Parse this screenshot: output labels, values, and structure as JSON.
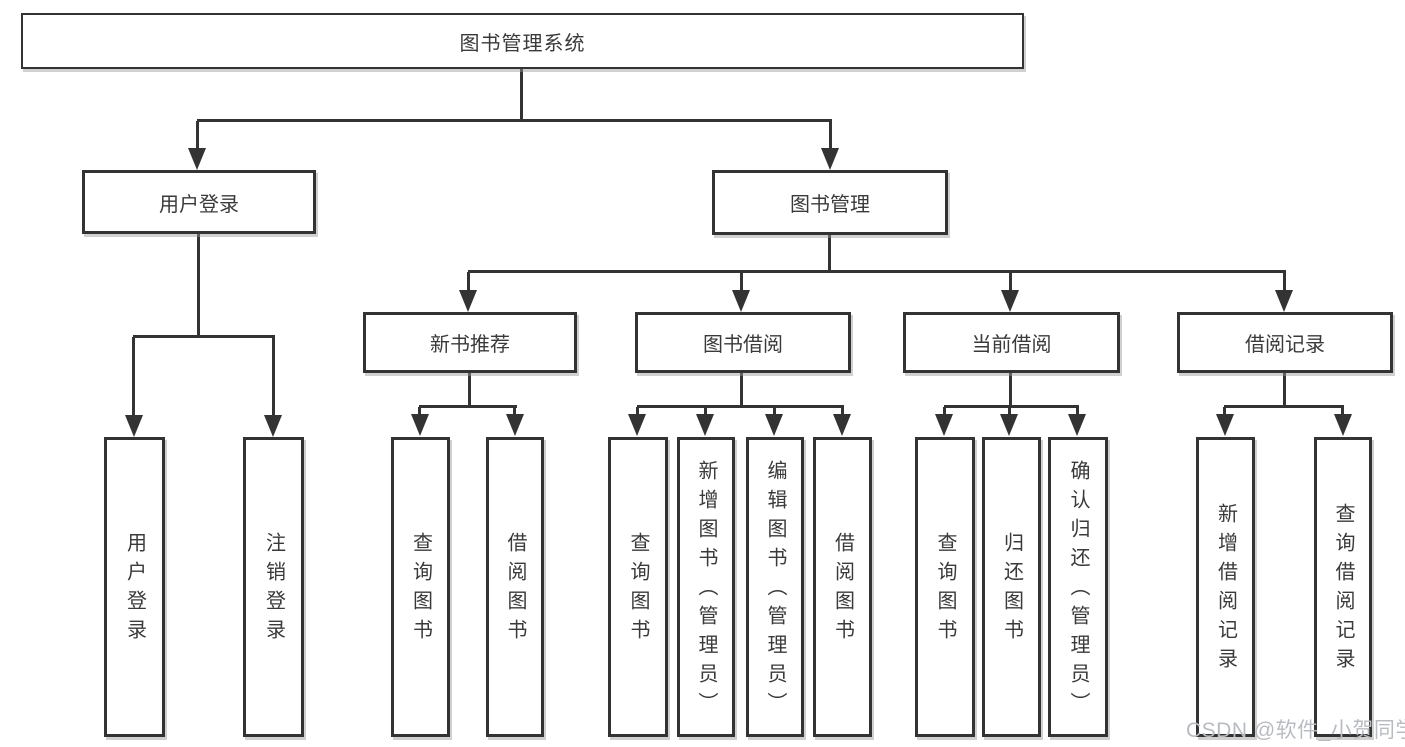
{
  "diagram": {
    "title": "图书管理系统",
    "root": {
      "label": "图书管理系统"
    },
    "level2": [
      {
        "id": "user-login",
        "label": "用户登录"
      },
      {
        "id": "book-mgmt",
        "label": "图书管理"
      }
    ],
    "level3": [
      {
        "id": "new-book-rec",
        "label": "新书推荐"
      },
      {
        "id": "book-borrow",
        "label": "图书借阅"
      },
      {
        "id": "current-borrow",
        "label": "当前借阅"
      },
      {
        "id": "borrow-records",
        "label": "借阅记录"
      }
    ],
    "leaves": [
      {
        "id": "user-login-leaf",
        "label": "用户登录"
      },
      {
        "id": "logout",
        "label": "注销登录"
      },
      {
        "id": "query-book-1",
        "label": "查询图书"
      },
      {
        "id": "borrow-book-1",
        "label": "借阅图书"
      },
      {
        "id": "query-book-2",
        "label": "查询图书"
      },
      {
        "id": "add-book",
        "label": "新增图书（管理员）"
      },
      {
        "id": "edit-book",
        "label": "编辑图书（管理员）"
      },
      {
        "id": "borrow-book-2",
        "label": "借阅图书"
      },
      {
        "id": "query-book-3",
        "label": "查询图书"
      },
      {
        "id": "return-book",
        "label": "归还图书"
      },
      {
        "id": "confirm-return",
        "label": "确认归还（管理员）"
      },
      {
        "id": "add-record",
        "label": "新增借阅记录"
      },
      {
        "id": "query-record",
        "label": "查询借阅记录"
      }
    ]
  },
  "watermark": {
    "text": "CSDN @软件_小贺同学"
  },
  "colors": {
    "line": "#333333",
    "text": "#3a3a3a",
    "box_background": "#ffffff",
    "page_background": "#ffffff",
    "watermark": "#b8bcc2"
  }
}
